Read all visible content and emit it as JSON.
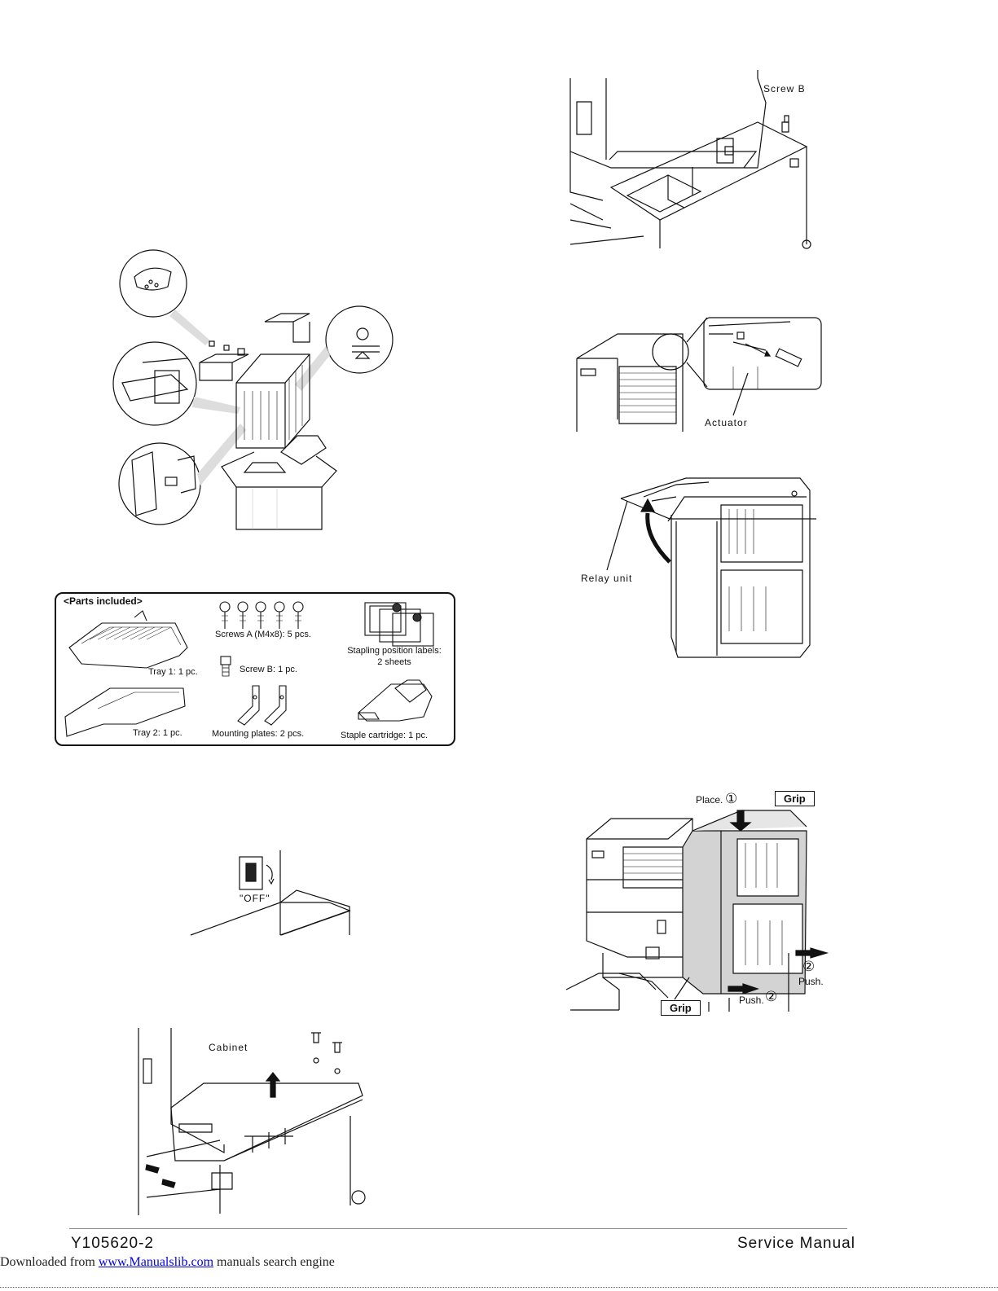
{
  "figures": {
    "unpacking": {},
    "parts_included": {
      "title": "<Parts included>",
      "items": [
        {
          "label": "Tray 1: 1 pc."
        },
        {
          "label": "Tray 2: 1 pc."
        },
        {
          "label": "Screws A (M4x8): 5 pcs."
        },
        {
          "label": "Screw B: 1 pc."
        },
        {
          "label": "Mounting plates: 2 pcs."
        },
        {
          "label": "Stapling position labels:\n2 sheets"
        },
        {
          "label": "Staple cartridge: 1 pc."
        }
      ]
    },
    "power_switch": {
      "label": "\"OFF\""
    },
    "cabinet": {
      "label": "Cabinet"
    },
    "screw_b": {
      "label": "Screw B"
    },
    "actuator": {
      "label": "Actuator"
    },
    "relay_unit": {
      "label": "Relay unit"
    },
    "install": {
      "place": "Place.",
      "step1": "①",
      "grip_top": "Grip",
      "grip_bottom": "Grip",
      "push_right": "Push.",
      "push_bottom": "Push.",
      "step2": "②"
    }
  },
  "footer": {
    "doc_id": "Y105620-2",
    "title": "Service Manual",
    "download_prefix": "Downloaded from ",
    "download_link": "www.Manualslib.com",
    "download_suffix": " manuals search engine"
  }
}
